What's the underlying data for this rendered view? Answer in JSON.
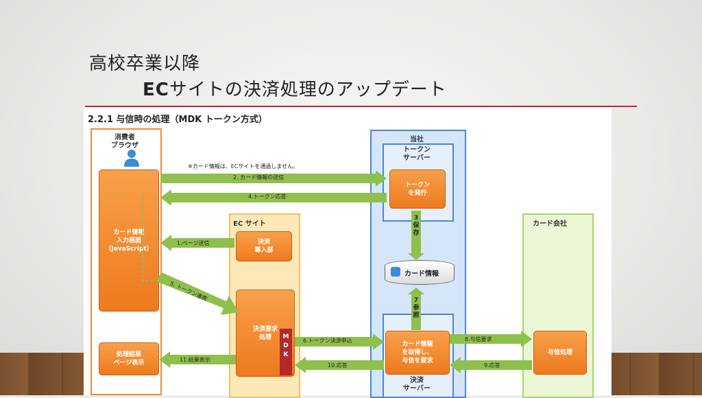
{
  "slide": {
    "title_line1": "高校卒業以降",
    "title_line2_prefix": "EC",
    "title_line2_rest": "サイトの決済処理のアップデート"
  },
  "diagram": {
    "heading": "2.2.1 与信時の処理（MDK トークン方式）",
    "columns": {
      "consumer": "消費者\nブラウザ",
      "ec_site": "EC サイト",
      "our_company": "当社",
      "token_server": "トークン\nサーバー",
      "card_company": "カード会社",
      "payment_server": "決済\nサーバー"
    },
    "boxes": {
      "card_input": "カード情報\n入力画面\n（JavaScript）",
      "payment_intro": "決済\n導入部",
      "issue_token": "トークン\nを発行",
      "card_info_db": "カード情報",
      "payment_request": "決済要求\n処理",
      "get_card": "カード情報\nを取得し、\n与信を要求",
      "credit_process": "与信処理",
      "result_page": "処理結果\nページ表示",
      "mdk": "M\nD\nK"
    },
    "notes": {
      "not_via_ec": "※カード情報は、ECサイトを通過しません。"
    },
    "steps": {
      "s1": "1.ページ送信",
      "s2": "2. カード情報の送信",
      "s3": "3\n保\n存",
      "s4": "4.トークン応答",
      "s5": "5. トークン連携",
      "s6": "6.トークン決済申込",
      "s7": "7\n参\n照",
      "s8": "8.与信要求",
      "s9": "9.応答",
      "s10": "10.応答",
      "s11": "11.結果表示"
    },
    "colors": {
      "consumer_border": "#ee8a3a",
      "ec_border": "#f0c060",
      "ec_fill": "#fde9b8",
      "our_border": "#4a86d4",
      "our_fill": "#d5e6fb",
      "card_border": "#a6d56a",
      "card_fill": "#eaf6d6",
      "arrow": "#8fbf4d",
      "box": "#ee7a1e"
    }
  }
}
